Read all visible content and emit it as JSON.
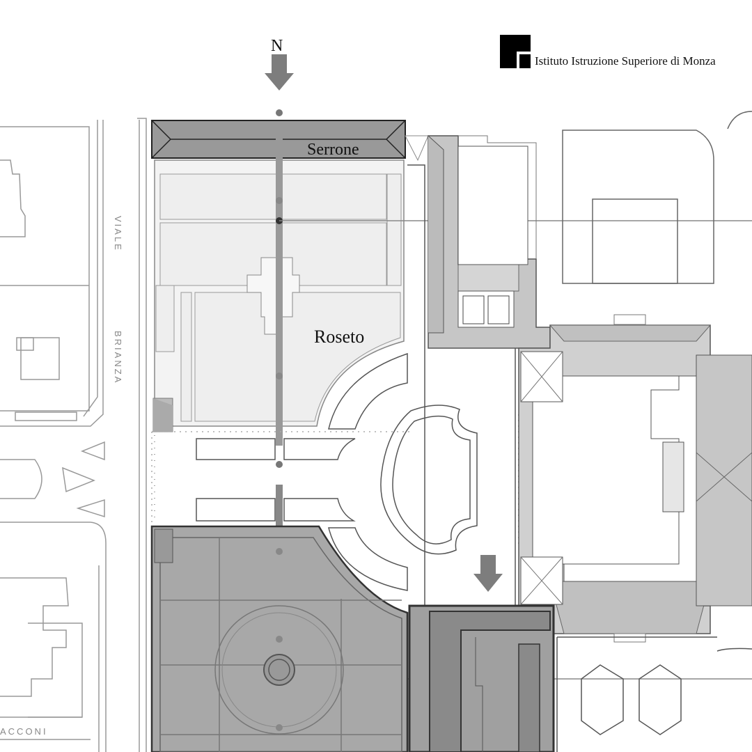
{
  "north_label": "N",
  "institute_name": "Istituto Istruzione Superiore di Monza",
  "places": {
    "serrone": "Serrone",
    "roseto": "Roseto"
  },
  "streets": {
    "viale": "VIALE",
    "brianza": "BRIANZA",
    "bottom_left": "ACCONI"
  },
  "colors": {
    "dark_area": "#a8a8a8",
    "light_area": "#f2f2f2",
    "roof": "#c6c6c6",
    "outline": "#555555"
  }
}
